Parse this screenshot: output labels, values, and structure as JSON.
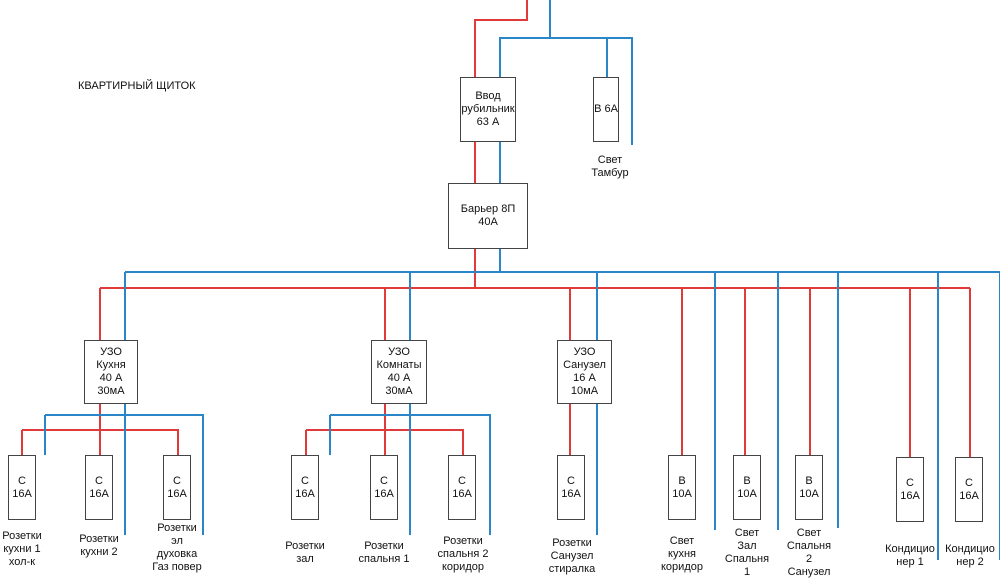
{
  "title": "КВАРТИРНЫЙ ЩИТОК",
  "colors": {
    "phase": "#e03a3a",
    "neutral": "#2b86c8"
  },
  "input": {
    "main_switch": "Ввод\nрубильник\n63 А",
    "light_breaker": "B 6A",
    "light_label": "Свет\nТамбур",
    "barrier": "Барьер 8П\n40А"
  },
  "uzo": [
    {
      "label": "УЗО\nКухня\n40 А\n30мА"
    },
    {
      "label": "УЗО\nКомнаты\n40 А\n30мА"
    },
    {
      "label": "УЗО\nСанузел\n16 А\n10мА"
    }
  ],
  "breakers": [
    {
      "label": "С\n16А",
      "caption": "Розетки\nкухни 1\nхол-к"
    },
    {
      "label": "С\n16А",
      "caption": "Розетки\nкухни 2"
    },
    {
      "label": "С\n16А",
      "caption": "Розетки\nэл\nдуховка\nГаз повер"
    },
    {
      "label": "С\n16А",
      "caption": "Розетки\nзал"
    },
    {
      "label": "С\n16А",
      "caption": "Розетки\nспальня 1"
    },
    {
      "label": "С\n16А",
      "caption": "Розетки\nспальня 2\nкоридор"
    },
    {
      "label": "С\n16А",
      "caption": "Розетки\nСанузел\nстиралка"
    },
    {
      "label": "B\n10A",
      "caption": "Свет\nкухня\nкоридор"
    },
    {
      "label": "B\n10A",
      "caption": "Свет\nЗал\nСпальня\n1"
    },
    {
      "label": "B\n10A",
      "caption": "Свет\nСпальня\n2\nСанузел"
    },
    {
      "label": "С\n16А",
      "caption": "Кондицио\nнер 1"
    },
    {
      "label": "С\n16А",
      "caption": "Кондицио\nнер 2"
    }
  ]
}
